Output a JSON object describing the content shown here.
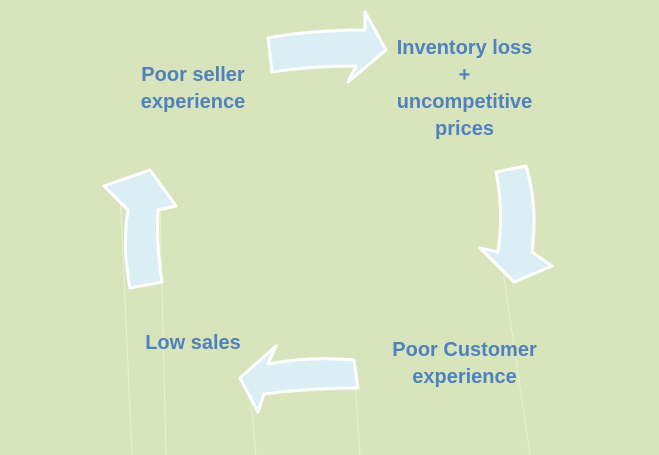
{
  "diagram": {
    "nodes": [
      {
        "id": "poor-seller-experience",
        "lines": [
          "Poor seller",
          "experience"
        ]
      },
      {
        "id": "inventory-loss",
        "lines": [
          "Inventory loss",
          "+",
          "uncompetitive",
          "prices"
        ]
      },
      {
        "id": "poor-customer-experience",
        "lines": [
          "Poor Customer",
          "experience"
        ]
      },
      {
        "id": "low-sales",
        "lines": [
          "Low sales"
        ]
      }
    ],
    "cycle_direction": "clockwise",
    "colors": {
      "background": "#d8e4bc",
      "text": "#4f81bd",
      "arrow_fill": "#dbeef4",
      "arrow_outline": "#ffffff"
    }
  }
}
